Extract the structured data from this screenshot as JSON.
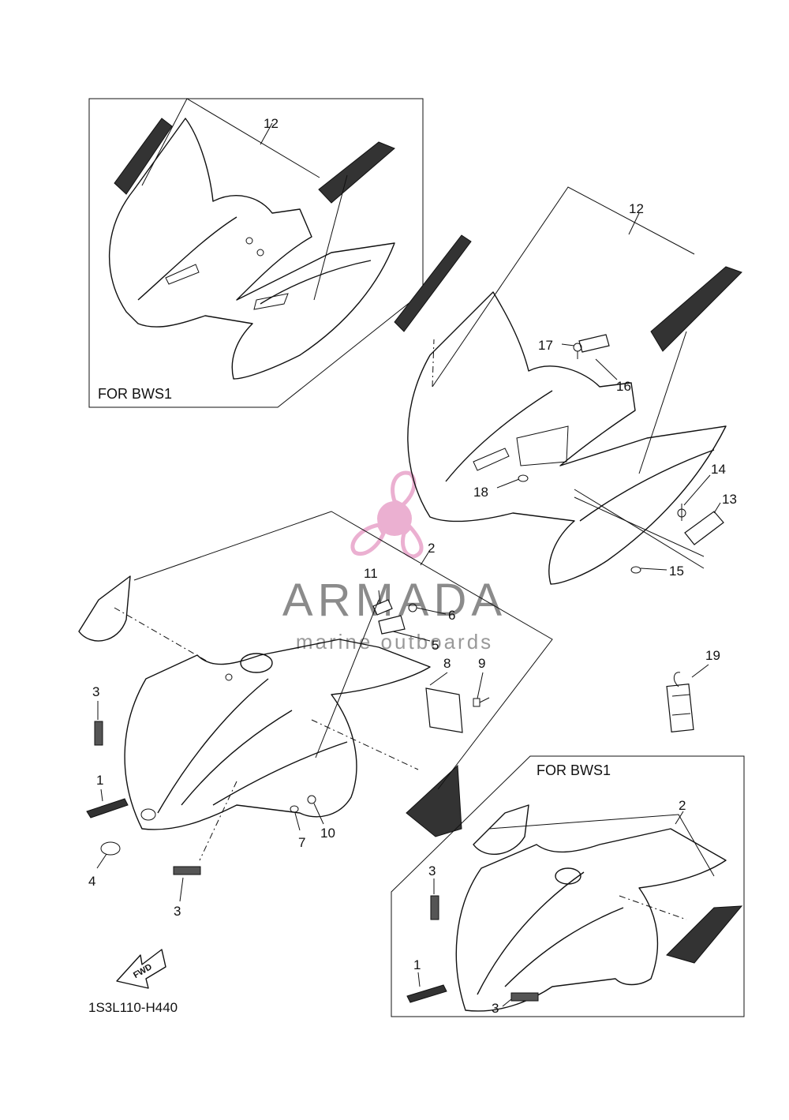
{
  "drawing_code": "1S3L110-H440",
  "watermark": {
    "brand": "ARMADA",
    "tagline": "marine outboards",
    "accent_color": "#e8a3c9"
  },
  "boxes": [
    {
      "title": "FOR BWS1"
    },
    {
      "title": "FOR BWS1"
    }
  ],
  "fwd_label": "FWD",
  "callouts": {
    "front_main": [
      "12",
      "16",
      "17",
      "18",
      "14",
      "13",
      "15"
    ],
    "front_box": [
      "12"
    ],
    "rear_main": [
      "2",
      "11",
      "6",
      "5",
      "8",
      "9",
      "3",
      "1",
      "4",
      "3",
      "7",
      "10"
    ],
    "rear_box": [
      "2",
      "3",
      "1",
      "3"
    ],
    "tag": [
      "19"
    ]
  }
}
